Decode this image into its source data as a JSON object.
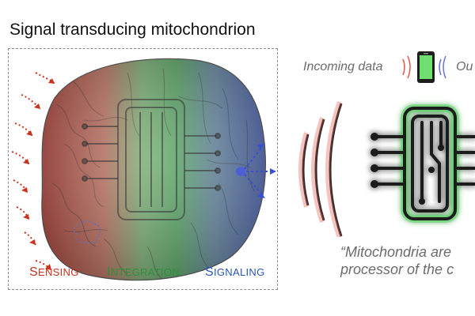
{
  "title": "Signal transducing mitochondrion",
  "stages": {
    "sensing": {
      "first": "S",
      "rest": "ENSING",
      "color": "#c8321e"
    },
    "integration": {
      "first": "I",
      "rest": "NTEGRATION",
      "color": "#2f8f3a"
    },
    "signaling": {
      "first": "S",
      "rest": "IGNALING",
      "color": "#2a56b8"
    }
  },
  "right_panel": {
    "incoming_label": "Incoming data",
    "outgoing_label": "Ou",
    "quote_line1": "“Mitochondria are",
    "quote_line2": "processor of the c"
  },
  "icons": [
    "phone-icon",
    "processor-chip-icon",
    "radio-waves-icon"
  ],
  "colors": {
    "red": "#c8321e",
    "green": "#2f8f3a",
    "blue": "#2a56b8",
    "glow": "#4ddc5c"
  }
}
